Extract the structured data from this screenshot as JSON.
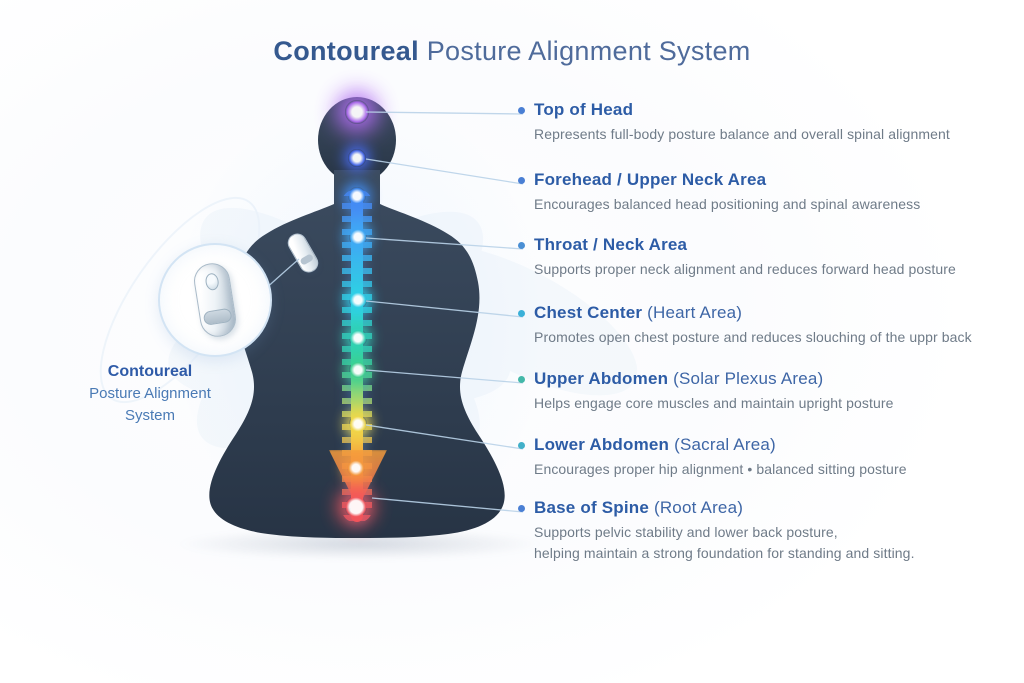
{
  "title": {
    "brand": "Contoureal",
    "rest": " Posture Alignment System"
  },
  "device": {
    "label_line1": "Contoureal",
    "label_line2": "Posture Alignment",
    "label_line3": "System"
  },
  "callouts": [
    {
      "bold": "Top of Head",
      "light": "",
      "desc": "Represents full-body posture balance and overall spinal alignment",
      "bullet_color": "#4a7fd4"
    },
    {
      "bold": "Forehead / Upper Neck Area",
      "light": "",
      "desc": "Encourages balanced head positioning and spinal awareness",
      "bullet_color": "#4a7fd4"
    },
    {
      "bold": "Throat / Neck Area",
      "light": "",
      "desc": "Supports proper neck alignment and reduces forward head posture",
      "bullet_color": "#4a8fd4"
    },
    {
      "bold": "Chest Center",
      "light": "(Heart Area)",
      "desc": "Promotes open chest posture and reduces slouching of the uppr back",
      "bullet_color": "#3ab0d8"
    },
    {
      "bold": "Upper Abdomen",
      "light": "(Solar Plexus Area)",
      "desc": "Helps engage core muscles and maintain upright posture",
      "bullet_color": "#43b8a9"
    },
    {
      "bold": "Lower Abdomen",
      "light": "(Sacral Area)",
      "desc": "Encourages proper hip alignment • balanced sitting posture",
      "bullet_color": "#42b0c9"
    },
    {
      "bold": "Base of Spine",
      "light": "(Root Area)",
      "desc": "Supports pelvic stability and lower back posture,\nhelping maintain a strong foundation for standing and sitting.",
      "bullet_color": "#4a7fd4"
    }
  ],
  "chakra_points": [
    {
      "label": "Top of Head",
      "color": "#b16df2"
    },
    {
      "label": "Forehead / Upper Neck",
      "color": "#4a6cf2"
    },
    {
      "label": "Throat / Neck",
      "color": "#3fa9f5"
    },
    {
      "label": "Chest Center",
      "color": "#2fd0e8"
    },
    {
      "label": "Upper Abdomen",
      "color": "#3ecf8e"
    },
    {
      "label": "Lower Abdomen",
      "color": "#f0d84a"
    },
    {
      "label": "Base of Spine",
      "color": "#f2545b"
    }
  ],
  "colors": {
    "title_blue": "#35598f",
    "heading_blue": "#2d5ca6",
    "body_gray": "#6f7b88",
    "silhouette": "#2e3c4e",
    "connector_line": "#b9d2e8"
  }
}
